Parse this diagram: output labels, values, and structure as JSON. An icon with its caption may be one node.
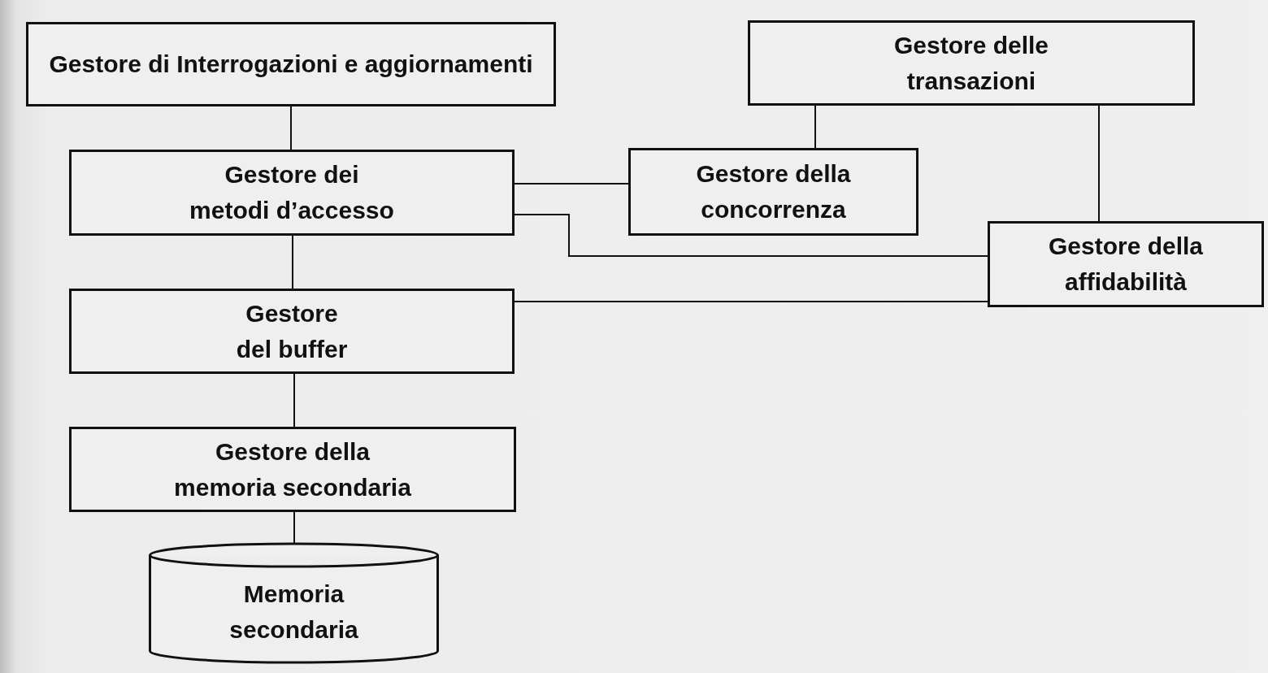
{
  "diagram": {
    "nodes": [
      {
        "text": [
          "Gestore di Interrogazioni e aggiornamenti"
        ]
      },
      {
        "text": [
          "Gestore dei metodi d’accesso"
        ]
      },
      {
        "text": [
          "Gestore del buffer"
        ]
      },
      {
        "text": [
          "Gestore della memoria secondaria"
        ]
      },
      {
        "text": [
          "Memoria secondaria"
        ]
      },
      {
        "text": [
          "Gestore delle transazioni"
        ]
      },
      {
        "text": [
          "Gestore della concorrenza"
        ]
      },
      {
        "text": [
          "Gestore della affidabilità"
        ]
      }
    ],
    "edges": [
      {
        "from": 0,
        "to": 1,
        "arrow": "none"
      },
      {
        "from": 1,
        "to": 2,
        "arrow": "none"
      },
      {
        "from": 2,
        "to": 3,
        "arrow": "none"
      },
      {
        "from": 3,
        "to": 4,
        "arrow": "none"
      },
      {
        "from": 5,
        "to": 6,
        "arrow": "none"
      },
      {
        "from": 5,
        "to": 7,
        "arrow": "none"
      },
      {
        "from": 1,
        "to": 6,
        "arrow": "none"
      },
      {
        "from": 1,
        "to": 7,
        "arrow": "none"
      },
      {
        "from": 2,
        "to": 7,
        "arrow": "none"
      }
    ]
  }
}
